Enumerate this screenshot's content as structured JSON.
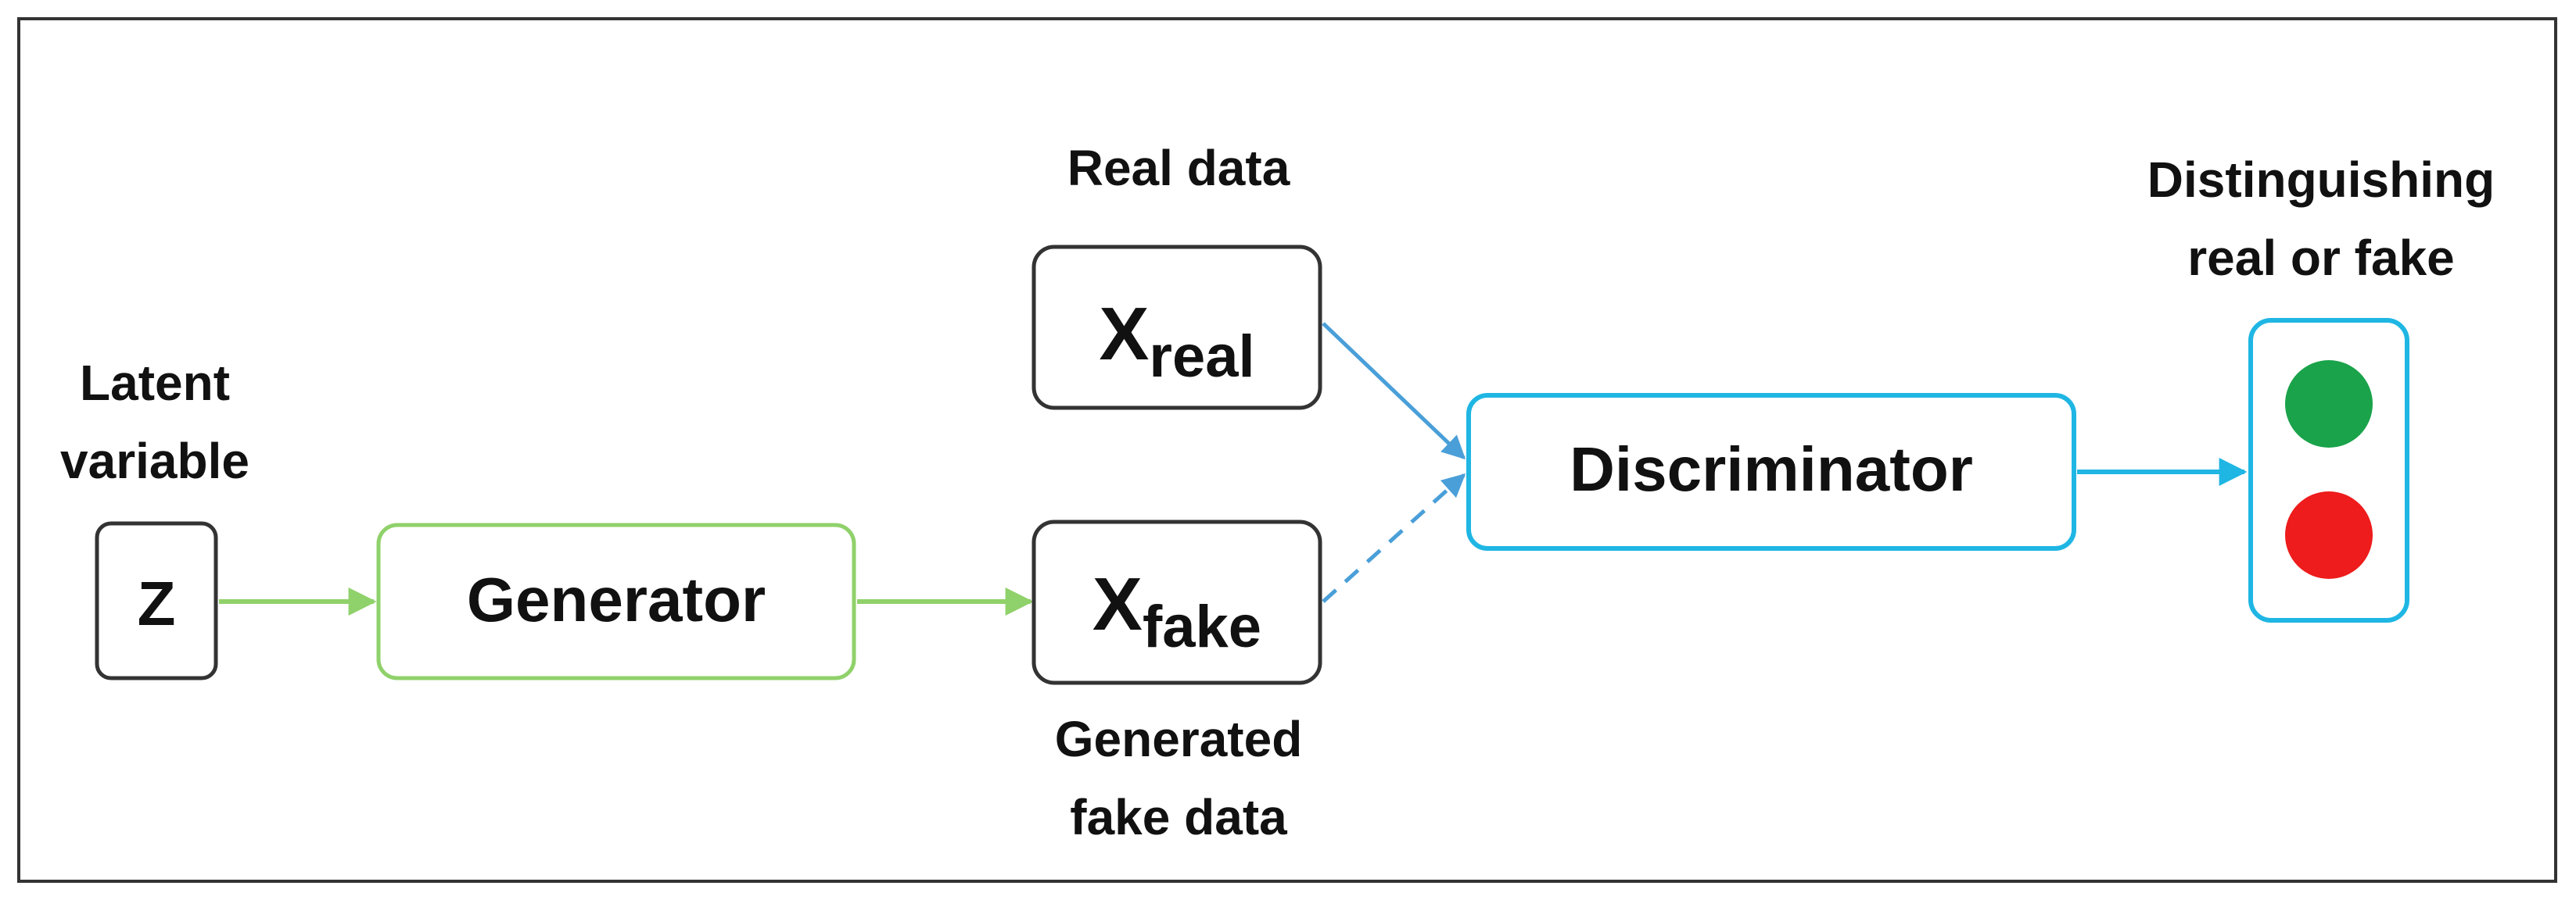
{
  "labels": {
    "latent_line1": "Latent",
    "latent_line2": "variable",
    "real_data": "Real data",
    "generated_line1": "Generated",
    "generated_line2": "fake data",
    "distinguish_line1": "Distinguishing",
    "distinguish_line2": "real or fake"
  },
  "nodes": {
    "z": "Z",
    "generator": "Generator",
    "x_real_base": "X",
    "x_real_sub": "real",
    "x_fake_base": "X",
    "x_fake_sub": "fake",
    "discriminator": "Discriminator"
  },
  "colors": {
    "green": "#8fd16a",
    "cyan": "#1fb6e3",
    "arrow_blue": "#4a9fd8",
    "dark": "#333333",
    "light_green": "#1aa34a",
    "light_red": "#ee1c1c"
  }
}
